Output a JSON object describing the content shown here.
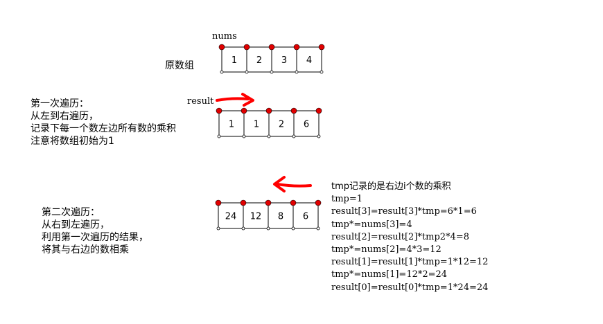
{
  "labels": {
    "nums": "nums",
    "original_array": "原数组",
    "result": "result"
  },
  "arrays": {
    "nums": [
      "1",
      "2",
      "3",
      "4"
    ],
    "result_first_pass": [
      "1",
      "1",
      "2",
      "6"
    ],
    "result_second_pass": [
      "24",
      "12",
      "8",
      "6"
    ]
  },
  "first_pass": {
    "lines": [
      "第一次遍历：",
      "从左到右遍历，",
      "记录下每一个数左边所有数的乘积",
      "注意将数组初始为1"
    ]
  },
  "second_pass": {
    "lines": [
      "第二次遍历：",
      "从右到左遍历，",
      "利用第一次遍历的结果，",
      "将其与右边的数相乘"
    ]
  },
  "tmp_notes": {
    "lines": [
      "tmp记录的是右边i个数的乘积",
      "tmp=1",
      "result[3]=result[3]*tmp=6*1=6",
      "tmp*=nums[3]=4",
      "result[2]=result[2]*tmp2*4=8",
      "tmp*=nums[2]=4*3=12",
      "result[1]=result[1]*tmp=1*12=12",
      "tmp*=nums[1]=12*2=24",
      "result[0]=result[0]*tmp=1*24=24"
    ]
  },
  "colors": {
    "arrow": "#ff0000",
    "node": "#e00000",
    "line": "#000000"
  }
}
